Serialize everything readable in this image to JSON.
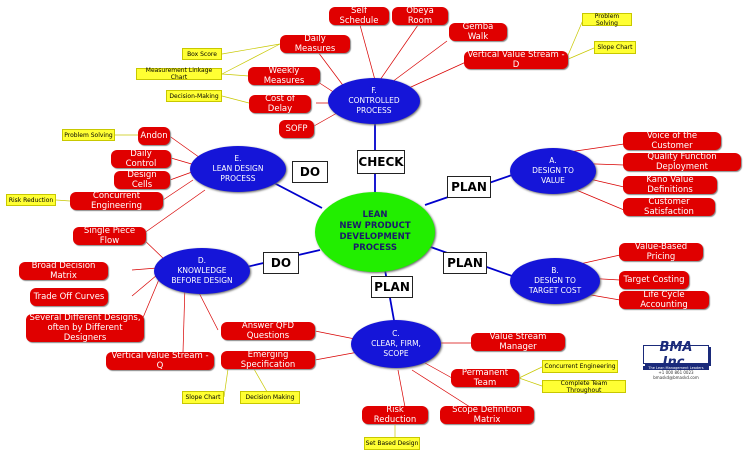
{
  "center": {
    "label": "LEAN\nNEW PRODUCT\nDEVELOPMENT\nPROCESS"
  },
  "hubs": {
    "a": "A.\nDESIGN TO\nVALUE",
    "b": "B.\nDESIGN TO\nTARGET COST",
    "c": "C.\nCLEAR, FIRM,\nSCOPE",
    "d": "D.\nKNOWLEDGE\nBEFORE DESIGN",
    "e": "E.\nLEAN DESIGN\nPROCESS",
    "f": "F.\nCONTROLLED\nPROCESS"
  },
  "phases": {
    "check": "CHECK",
    "plan_a": "PLAN",
    "plan_b": "PLAN",
    "plan_c": "PLAN",
    "do_d": "DO",
    "do_e": "DO"
  },
  "red": {
    "self_schedule": "Self Schedule",
    "obeya_room": "Obeya Room",
    "gemba_walk": "Gemba Walk",
    "vvs_d": "Vertical Value Stream - D",
    "daily_measures": "Daily Measures",
    "weekly_measures": "Weekly Measures",
    "cost_of_delay": "Cost of Delay",
    "sofp": "SOFP",
    "andon": "Andon",
    "daily_control": "Daily Control",
    "design_cells": "Design Cells",
    "concurrent_engineering": "Concurrent Engineering",
    "single_piece_flow": "Single Piece Flow",
    "broad_decision_matrix": "Broad Decision Matrix",
    "trade_off_curves": "Trade Off Curves",
    "several_designs": "Several Different Designs,\noften by Different Designers",
    "answer_qfd": "Answer QFD Questions",
    "emerging_spec": "Emerging Specification",
    "vvs_q": "Vertical Value Stream - Q",
    "risk_reduction": "Risk Reduction",
    "scope_definition": "Scope Definition Matrix",
    "permanent_team": "Permanent Team",
    "value_stream_manager": "Value Stream Manager",
    "voice_customer": "Voice of the Customer",
    "qfd": "Quality Function Deployment",
    "kano": "Kano Value Definitions",
    "customer_satisfaction": "Customer Satisfaction",
    "value_pricing": "Value-Based Pricing",
    "target_costing": "Target Costing",
    "life_cycle": "Life Cycle Accounting"
  },
  "yellow": {
    "problem_solving_top": "Problem Solving",
    "slope_chart_top": "Slope Chart",
    "box_score": "Box Score",
    "measurement_linkage": "Measurement Linkage Chart",
    "decision_making_top": "Decision-Making",
    "problem_solving_left": "Problem Solving",
    "risk_reduction_y": "Risk Reduction",
    "slope_chart_bottom": "Slope Chart",
    "decision_making_bottom": "Decision Making",
    "set_based_design": "Set Based Design",
    "concurrent_eng_y": "Concurrent Engineering",
    "complete_team": "Complete Team Throughout"
  },
  "logo": {
    "name": "BMA Inc.",
    "tagline": "The Lean Management Leaders",
    "phone": "+1 000 861 0023",
    "email": "bmaskd@bmaskd.com"
  },
  "colors": {
    "red": "#e00000",
    "yellow": "#ffff33",
    "blue": "#1515d8",
    "green": "#22ee00",
    "navy_line": "#0000cc"
  }
}
